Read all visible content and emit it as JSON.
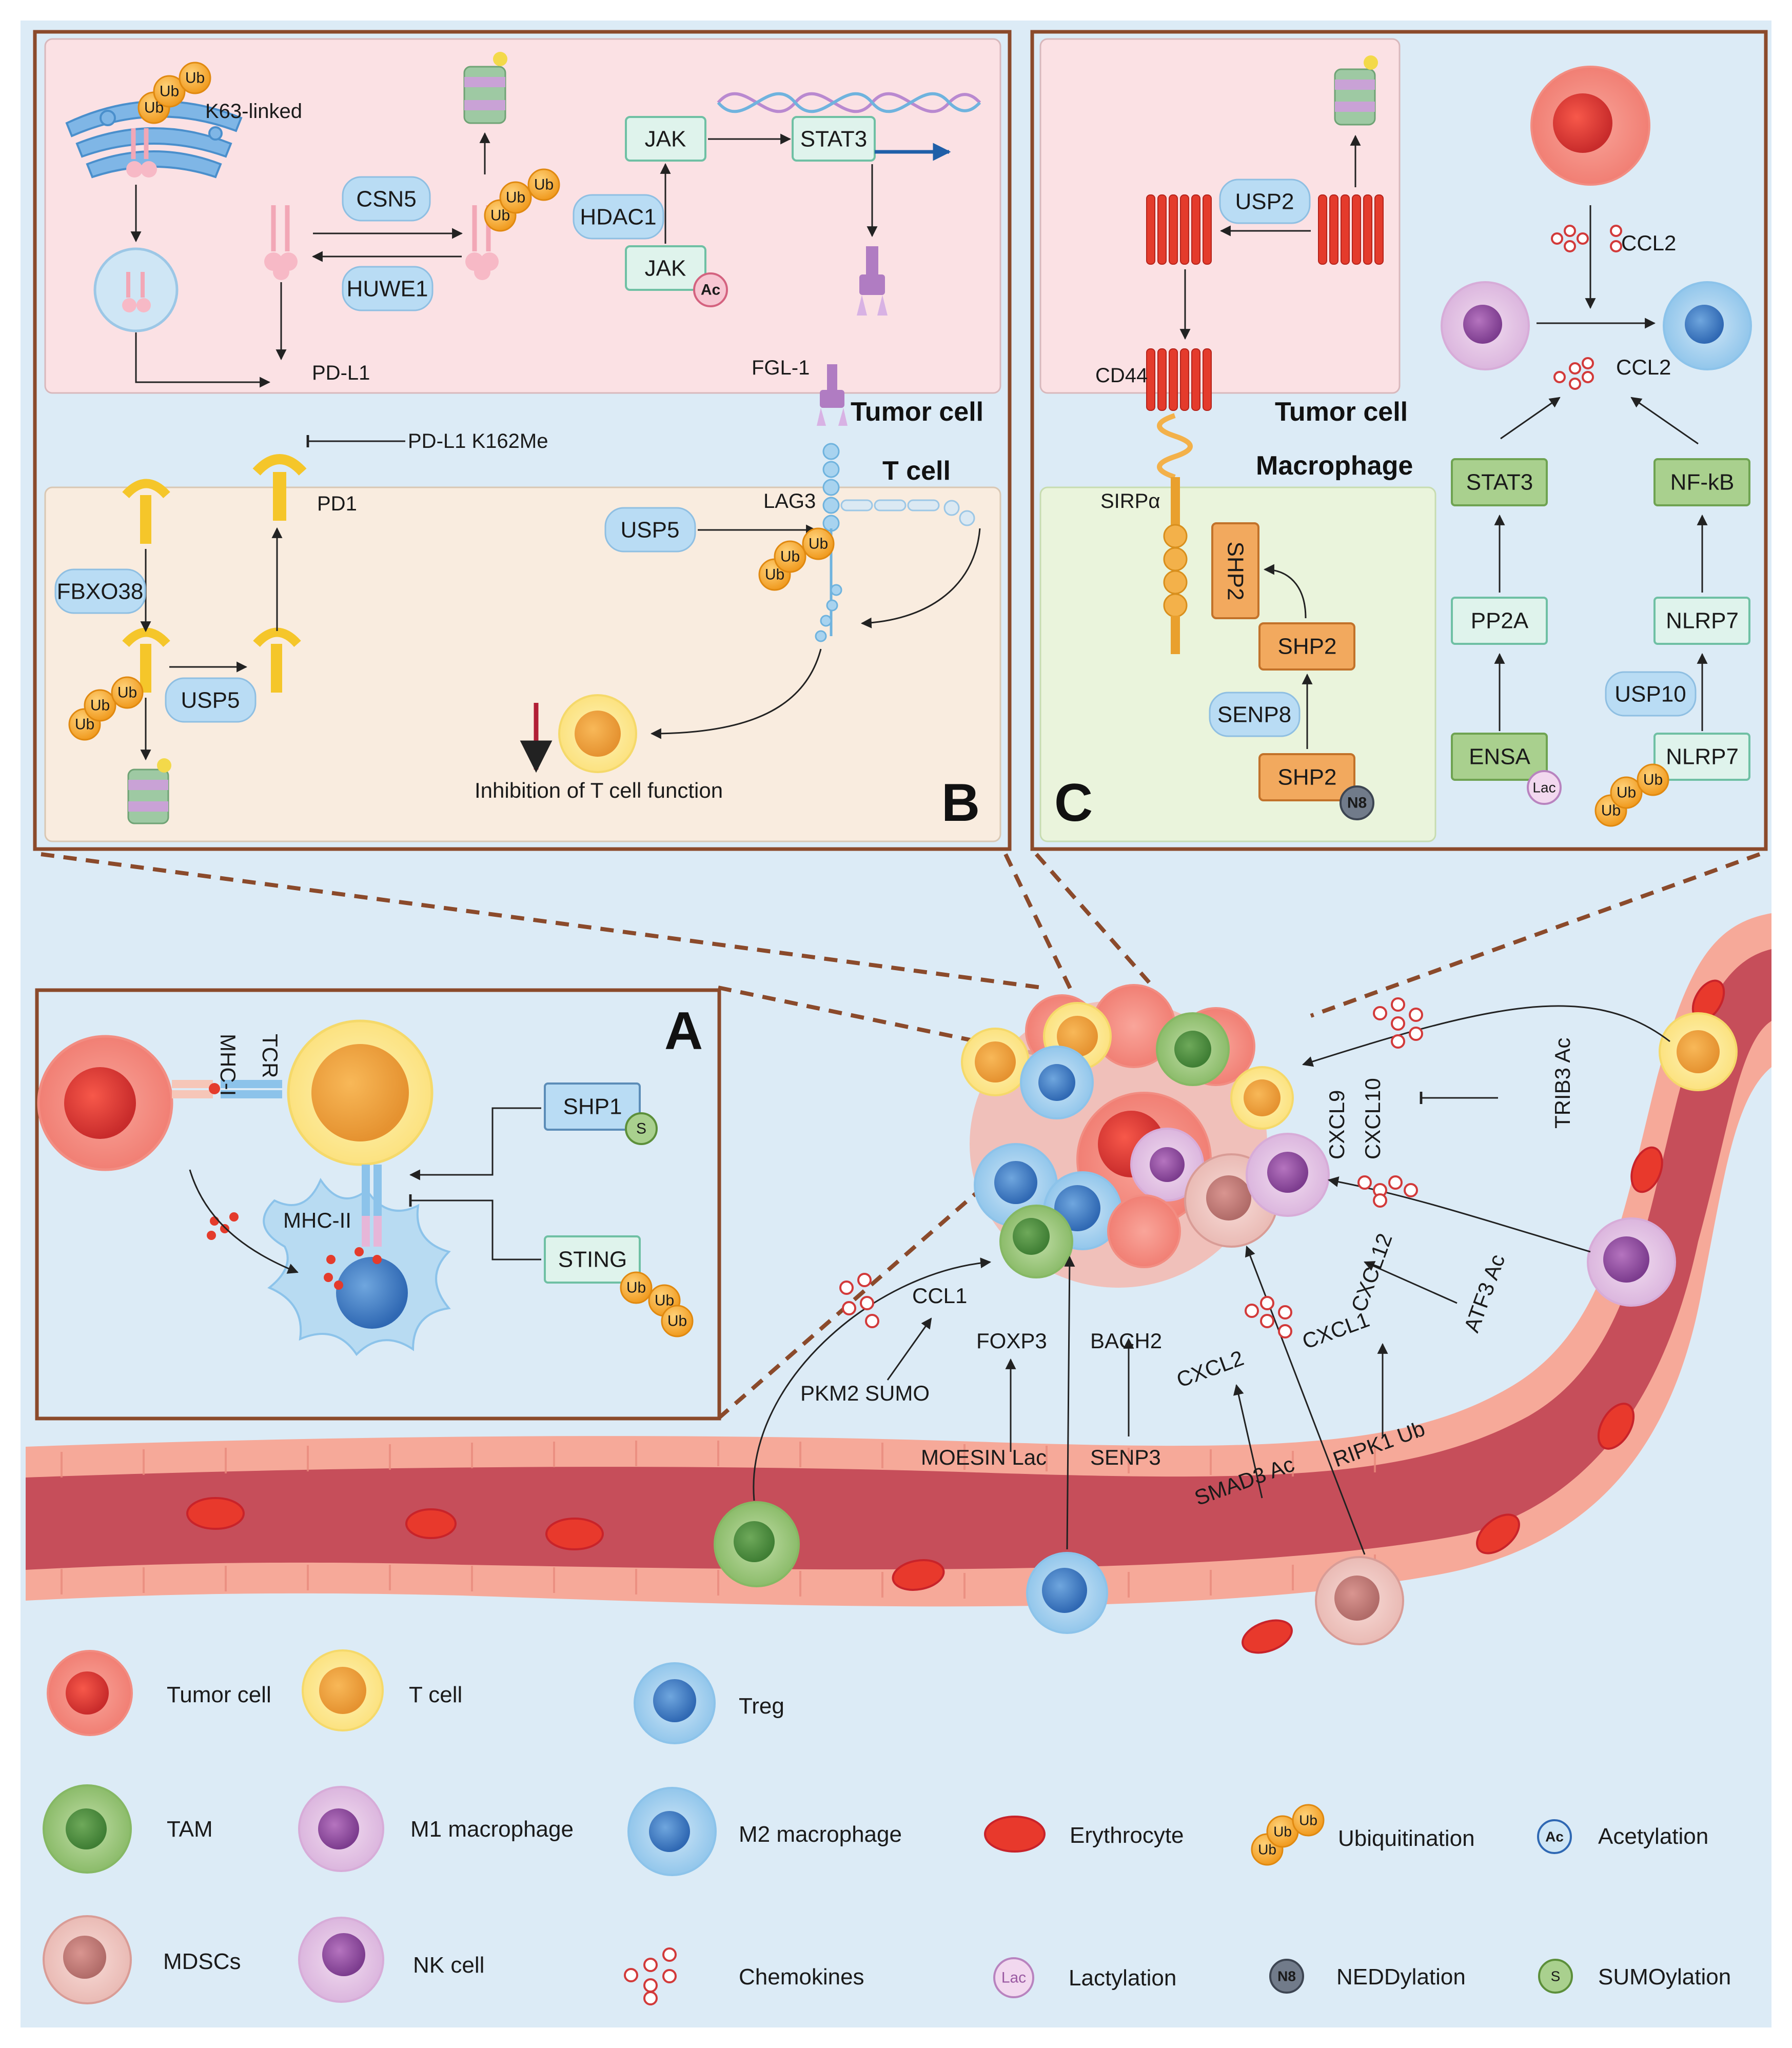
{
  "panel_letters": {
    "a": "A",
    "b": "B",
    "c": "C"
  },
  "modifications": {
    "ub": "Ub",
    "ac": "Ac",
    "lac": "Lac",
    "n8": "N8",
    "s": "S"
  },
  "panel_b": {
    "k63": "K63-linked",
    "csn5": "CSN5",
    "huwe1": "HUWE1",
    "jak": "JAK",
    "jak_ac": "JAK",
    "hdac1": "HDAC1",
    "stat3": "STAT3",
    "pdl1": "PD-L1",
    "fgl1": "FGL-1",
    "tumor_cell": "Tumor cell",
    "t_cell": "T cell",
    "pdl1_k162me": "PD-L1 K162Me",
    "pd1": "PD1",
    "lag3": "LAG3",
    "usp5_top": "USP5",
    "fbxo38": "FBXO38",
    "usp5_bottom": "USP5",
    "inhibition": "Inhibition of T cell function"
  },
  "panel_c": {
    "usp2": "USP2",
    "cd44": "CD44",
    "tumor_cell": "Tumor cell",
    "macrophage": "Macrophage",
    "sirpa": "SIRPα",
    "shp2_a": "SHP2",
    "shp2_b": "SHP2",
    "shp2_c": "SHP2",
    "senp8": "SENP8",
    "ccl2_top": "CCL2",
    "ccl2_mid": "CCL2",
    "stat3": "STAT3",
    "nfkb": "NF-kB",
    "pp2a": "PP2A",
    "nlrp7_a": "NLRP7",
    "usp10": "USP10",
    "ensa": "ENSA",
    "nlrp7_b": "NLRP7"
  },
  "panel_a": {
    "mhc1": "MHC-I",
    "tcr": "TCR",
    "mhc2": "MHC-II",
    "shp1": "SHP1",
    "sting": "STING"
  },
  "main": {
    "cxcl9": "CXCL9",
    "cxcl10": "CXCL10",
    "trib3": "TRIB3 Ac",
    "cxcl12": "CXCL12",
    "atf3": "ATF3 Ac",
    "cxcl1": "CXCL1",
    "cxcl2": "CXCL2",
    "ripk1": "RIPK1 Ub",
    "smad3": "SMAD3 Ac",
    "ccl1": "CCL1",
    "pkm2": "PKM2 SUMO",
    "foxp3": "FOXP3",
    "moesin": "MOESIN Lac",
    "bach2": "BACH2",
    "senp3": "SENP3"
  },
  "legend": {
    "tumor": "Tumor cell",
    "tcell": "T cell",
    "treg": "Treg",
    "tam": "TAM",
    "m1": "M1 macrophage",
    "m2": "M2 macrophage",
    "erythrocyte": "Erythrocyte",
    "ubiquitination": "Ubiquitination",
    "acetylation": "Acetylation",
    "mdscs": "MDSCs",
    "nk": "NK cell",
    "chemokines": "Chemokines",
    "lactylation": "Lactylation",
    "neddylation": "NEDDylation",
    "sumoylation": "SUMOylation"
  },
  "colors": {
    "background": "#dcebf6",
    "panel_border": "#8b4a2b",
    "tumor_region": "#fbe1e4",
    "tcell_region": "#f9ecdf",
    "macrophage_region": "#eaf4dc",
    "vessel": "#c8535d",
    "vessel_wall": "#f5a394",
    "blue_box": "#b9dcf4",
    "teal_box": "#dff3ec",
    "orange_box": "#f2a95e",
    "green_box": "#a9d08e"
  }
}
